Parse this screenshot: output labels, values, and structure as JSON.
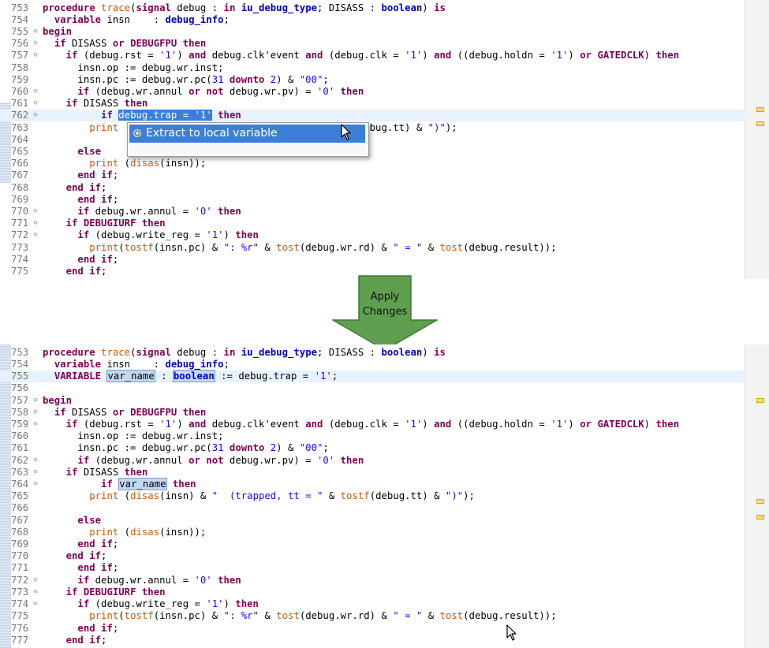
{
  "arrow": {
    "label_line1": "Apply",
    "label_line2": "Changes"
  },
  "context_menu": {
    "item_label": "Extract to local variable"
  },
  "top_editor": {
    "line_numbers": [
      "753",
      "754",
      "755",
      "756",
      "757",
      "758",
      "759",
      "760",
      "761",
      "762",
      "763",
      "764",
      "765",
      "766",
      "767",
      "768",
      "769",
      "770",
      "771",
      "772",
      "773",
      "774",
      "775"
    ],
    "fold_markers": [
      "",
      "",
      "⊖",
      "⊖",
      "⊖",
      "",
      "",
      "⊖",
      "⊖",
      "⊖",
      "",
      "",
      "",
      "",
      "",
      "",
      "",
      "⊖",
      "⊖",
      "⊖",
      "",
      "",
      ""
    ],
    "highlighted_line": "762",
    "selected_text": "debug.trap = '1'"
  },
  "bottom_editor": {
    "line_numbers": [
      "753",
      "754",
      "755",
      "756",
      "757",
      "758",
      "759",
      "760",
      "761",
      "762",
      "763",
      "764",
      "765",
      "766",
      "767",
      "768",
      "769",
      "770",
      "771",
      "772",
      "773",
      "774",
      "775",
      "776",
      "777"
    ],
    "fold_markers": [
      "",
      "",
      "",
      "",
      "⊖",
      "⊖",
      "⊖",
      "",
      "",
      "⊖",
      "⊖",
      "⊖",
      "",
      "",
      "",
      "",
      "",
      "",
      "",
      "⊖",
      "⊖",
      "⊖",
      "",
      "",
      ""
    ],
    "highlighted_line": "755",
    "new_variable_name": "var_name",
    "new_variable_type": "boolean",
    "new_variable_keyword": "VARIABLE"
  },
  "colors": {
    "keyword": "#7f0055",
    "type": "#0000c0",
    "function": "#c55a11",
    "string": "#2a00ff",
    "selection": "#3d7fd6",
    "current_line": "#e8f2fe",
    "arrow_fill": "#5f9f4f"
  }
}
